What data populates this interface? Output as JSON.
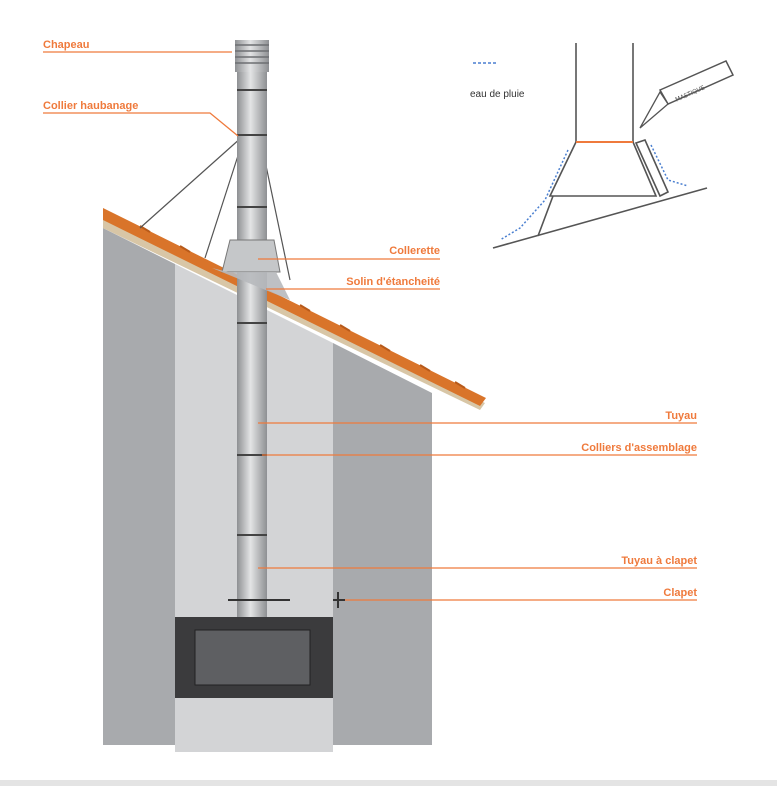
{
  "labels": {
    "chapeau": "Chapeau",
    "collier_haubanage": "Collier haubanage",
    "collerette": "Collerette",
    "solin": "Solin d'étancheité",
    "tuyau": "Tuyau",
    "colliers_assemblage": "Colliers d'assemblage",
    "tuyau_clapet": "Tuyau à clapet",
    "clapet": "Clapet"
  },
  "inset": {
    "legend": "eau de pluie",
    "tube_label": "MASTIQUE"
  },
  "colors": {
    "label": "#ef7a3c",
    "roof_tile": "#d9742a",
    "wall_dark": "#a8aaad",
    "wall_light": "#d3d4d6",
    "rain": "#4a7fd0",
    "stove": "#3b3b3d"
  }
}
